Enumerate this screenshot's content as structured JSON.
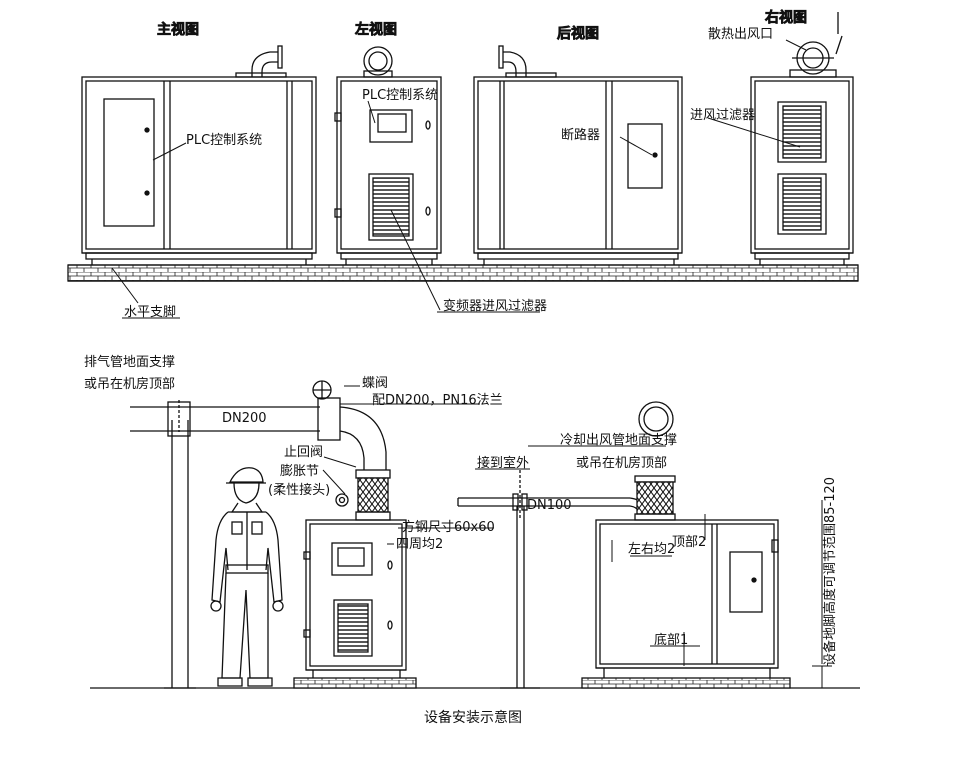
{
  "views": {
    "front": "主视图",
    "left": "左视图",
    "rear": "后视图",
    "right": "右视图"
  },
  "top_labels": {
    "plc_front": "PLC控制系统",
    "plc_left": "PLC控制系统",
    "heat_outlet": "散热出风口",
    "breaker": "断路器",
    "intake_filter": "进风过滤器",
    "leveling_feet": "水平支脚",
    "vfd_filter": "变频器进风过滤器"
  },
  "bottom_labels": {
    "exhaust_support_1": "排气管地面支撑",
    "exhaust_support_2": "或吊在机房顶部",
    "dn200": "DN200",
    "butterfly_valve": "蝶阀",
    "flange": "配DN200，PN16法兰",
    "check_valve": "止回阀",
    "expansion_joint": "膨胀节",
    "flexible_joint": "(柔性接头)",
    "square_steel": "方钢尺寸60x60",
    "all_around": "四周均2",
    "to_outdoor": "接到室外",
    "cooling_support_1": "冷却出风管地面支撑",
    "cooling_support_2": "或吊在机房顶部",
    "dn100": "DN100",
    "left_right": "左右均2",
    "top": "顶部2",
    "bottom": "底部1",
    "foot_adjust": "设备地脚高度可调节范围85-120"
  },
  "caption": "设备安装示意图"
}
